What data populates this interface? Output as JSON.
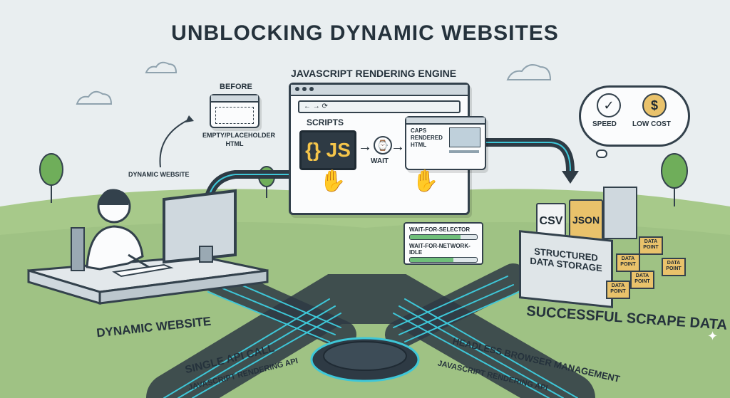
{
  "title": "UNBLOCKING DYNAMIC WEBSITES",
  "before": {
    "label": "BEFORE",
    "caption": "EMPTY/PLACEHOLDER HTML",
    "dynamic_label": "DYNAMIC WEBSITE"
  },
  "engine": {
    "label": "JAVASCRIPT RENDERING ENGINE",
    "scripts_label": "SCRIPTS",
    "js_text": "{} JS",
    "wait_label": "WAIT",
    "rendered_text": "CAPS RENDERED HTML"
  },
  "wait_conditions": [
    "WAIT-FOR-SELECTOR",
    "WAIT-FOR-NETWORK-IDLE"
  ],
  "wait_progress": [
    0.75,
    0.65
  ],
  "benefits": {
    "speed": "SPEED",
    "low_cost": "LOW COST"
  },
  "storage": {
    "label": "STRUCTURED DATA STORAGE",
    "csv": "CSV",
    "json": "JSON",
    "data_point": "DATA POINT"
  },
  "bottom": {
    "dynamic_website": "DYNAMIC WEBSITE",
    "successful": "SUCCESSFUL SCRAPE DATA",
    "single_api": "SINGLE API CALL",
    "js_api_left": "JAVASCRIPT RENDERING API",
    "headless": "HEADLESS BROWSER MANAGEMENT",
    "js_api_right": "JAVASCRIPT RENDERING API"
  },
  "colors": {
    "grass": "#a7c98a",
    "circuit": "#3ec7d8",
    "gold": "#e9c26b"
  }
}
